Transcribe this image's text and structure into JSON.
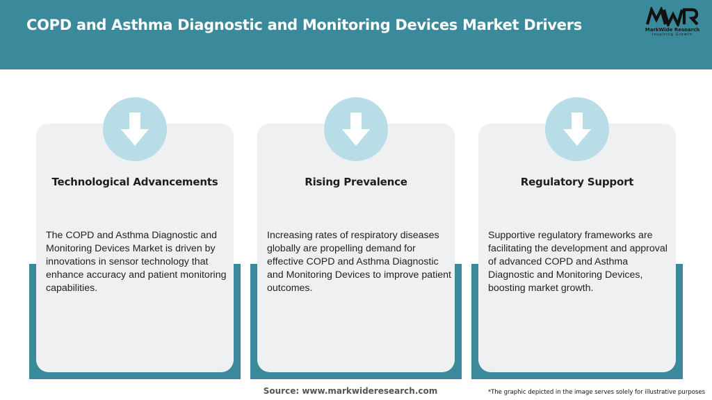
{
  "header": {
    "title": "COPD and Asthma Diagnostic and Monitoring Devices Market Drivers",
    "logo": {
      "mark": "MWR",
      "name": "MarkWide Research",
      "tagline": "Inspiring Growth"
    }
  },
  "cards": [
    {
      "icon": "down-arrow-icon",
      "title": "Technological Advancements",
      "description": "The COPD and Asthma Diagnostic and Monitoring Devices Market is driven by innovations in sensor technology that enhance accuracy and patient monitoring capabilities."
    },
    {
      "icon": "down-arrow-icon",
      "title": "Rising Prevalence",
      "description": "Increasing rates of respiratory diseases globally are propelling demand for effective COPD and Asthma Diagnostic and Monitoring Devices to improve patient outcomes."
    },
    {
      "icon": "down-arrow-icon",
      "title": "Regulatory Support",
      "description": "Supportive regulatory frameworks are facilitating the development and approval of advanced COPD and Asthma Diagnostic and Monitoring Devices, boosting market growth."
    }
  ],
  "footer": {
    "source": "Source: www.markwideresearch.com",
    "disclaimer": "*The graphic depicted in the image serves solely for illustrative purposes"
  },
  "colors": {
    "header": "#3a8a9c",
    "card_back": "#3a8a9c",
    "card": "#eff0f2",
    "icon_circle": "#b9dde7"
  }
}
